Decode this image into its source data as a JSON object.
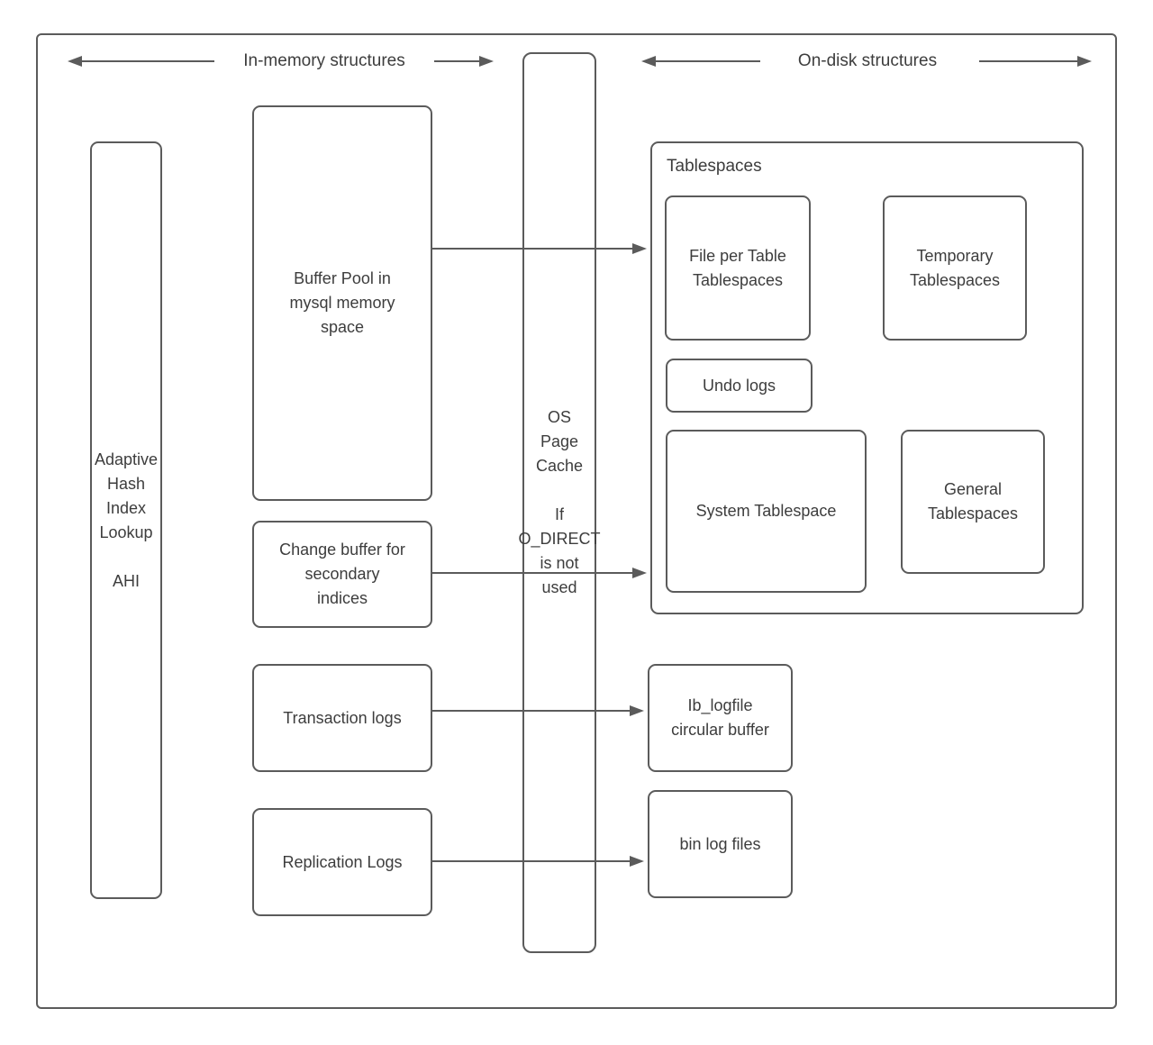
{
  "colors": {
    "stroke": "#5b5b5b",
    "text": "#3d3d3d",
    "background": "#ffffff"
  },
  "header": {
    "in_memory_label": "In-memory structures",
    "on_disk_label": "On-disk structures"
  },
  "in_memory": {
    "ahi": "Adaptive\nHash\nIndex\nLookup\n\nAHI",
    "buffer_pool": "Buffer Pool in\nmysql memory\nspace",
    "change_buffer": "Change buffer for\nsecondary\nindices",
    "transaction_logs": "Transaction logs",
    "replication_logs": "Replication Logs"
  },
  "os_page_cache": "OS\nPage\nCache\n\nIf\nO_DIRECT\nis not\nused",
  "on_disk": {
    "tablespaces_label": "Tablespaces",
    "file_per_table": "File per Table\nTablespaces",
    "temporary": "Temporary\nTablespaces",
    "undo_logs": "Undo logs",
    "system_tablespace": "System Tablespace",
    "general": "General\nTablespaces",
    "ib_logfile": "Ib_logfile\ncircular buffer",
    "bin_log_files": "bin log files"
  }
}
